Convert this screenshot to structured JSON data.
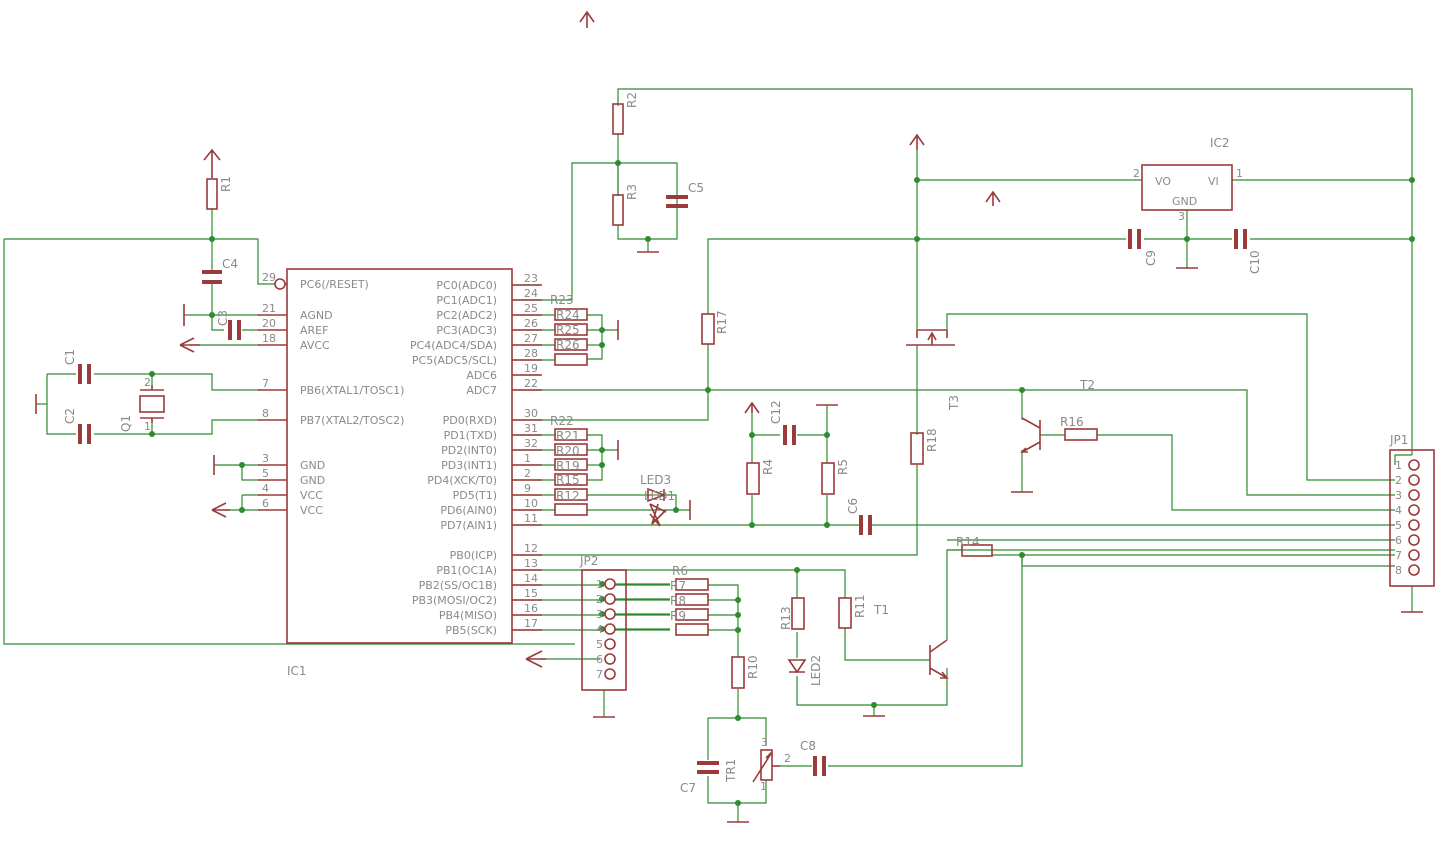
{
  "ic1": {
    "name": "IC1",
    "left_pins": [
      {
        "num": "29",
        "label": "PC6(/RESET)"
      },
      {
        "num": "21",
        "label": "AGND"
      },
      {
        "num": "20",
        "label": "AREF"
      },
      {
        "num": "18",
        "label": "AVCC"
      },
      {
        "num": "7",
        "label": "PB6(XTAL1/TOSC1)"
      },
      {
        "num": "8",
        "label": "PB7(XTAL2/TOSC2)"
      },
      {
        "num": "3",
        "label": "GND"
      },
      {
        "num": "5",
        "label": "GND"
      },
      {
        "num": "4",
        "label": "VCC"
      },
      {
        "num": "6",
        "label": "VCC"
      }
    ],
    "right_pins": [
      {
        "num": "23",
        "label": "PC0(ADC0)"
      },
      {
        "num": "24",
        "label": "PC1(ADC1)"
      },
      {
        "num": "25",
        "label": "PC2(ADC2)"
      },
      {
        "num": "26",
        "label": "PC3(ADC3)"
      },
      {
        "num": "27",
        "label": "PC4(ADC4/SDA)"
      },
      {
        "num": "28",
        "label": "PC5(ADC5/SCL)"
      },
      {
        "num": "19",
        "label": "ADC6"
      },
      {
        "num": "22",
        "label": "ADC7"
      },
      {
        "num": "30",
        "label": "PD0(RXD)"
      },
      {
        "num": "31",
        "label": "PD1(TXD)"
      },
      {
        "num": "32",
        "label": "PD2(INT0)"
      },
      {
        "num": "1",
        "label": "PD3(INT1)"
      },
      {
        "num": "2",
        "label": "PD4(XCK/T0)"
      },
      {
        "num": "9",
        "label": "PD5(T1)"
      },
      {
        "num": "10",
        "label": "PD6(AIN0)"
      },
      {
        "num": "11",
        "label": "PD7(AIN1)"
      },
      {
        "num": "12",
        "label": "PB0(ICP)"
      },
      {
        "num": "13",
        "label": "PB1(OC1A)"
      },
      {
        "num": "14",
        "label": "PB2(SS/OC1B)"
      },
      {
        "num": "15",
        "label": "PB3(MOSI/OC2)"
      },
      {
        "num": "16",
        "label": "PB4(MISO)"
      },
      {
        "num": "17",
        "label": "PB5(SCK)"
      }
    ]
  },
  "ic2": {
    "name": "IC2",
    "vo": "VO",
    "vi": "VI",
    "gnd": "GND",
    "pin1": "1",
    "pin2": "2",
    "pin3": "3"
  },
  "jp1": {
    "name": "JP1",
    "pins": [
      "1",
      "2",
      "3",
      "4",
      "5",
      "6",
      "7",
      "8"
    ]
  },
  "jp2": {
    "name": "JP2",
    "pins": [
      "1",
      "2",
      "3",
      "4",
      "5",
      "6",
      "7"
    ]
  },
  "resistors": {
    "r1": "R1",
    "r2": "R2",
    "r3": "R3",
    "r4": "R4",
    "r5": "R5",
    "r6": "R6",
    "r7": "R7",
    "r8": "R8",
    "r9": "R9",
    "r10": "R10",
    "r11": "R11",
    "r12": "R12",
    "r13": "R13",
    "r14": "R14",
    "r15": "R15",
    "r16": "R16",
    "r17": "R17",
    "r18": "R18",
    "r19": "R19",
    "r20": "R20",
    "r21": "R21",
    "r22": "R22",
    "r23": "R23",
    "r24": "R24",
    "r25": "R25",
    "r26": "R26"
  },
  "capacitors": {
    "c1": "C1",
    "c2": "C2",
    "c3": "C3",
    "c4": "C4",
    "c5": "C5",
    "c6": "C6",
    "c7": "C7",
    "c8": "C8",
    "c9": "C9",
    "c10": "C10",
    "c12": "C12"
  },
  "other": {
    "q1": "Q1",
    "q1_pin1": "1",
    "q1_pin2": "2",
    "t1": "T1",
    "t2": "T2",
    "t3": "T3",
    "led1": "LED1",
    "led2": "LED2",
    "led3": "LED3",
    "tr1": "TR1",
    "tr1_pin1": "1",
    "tr1_pin2": "2",
    "tr1_pin3": "3"
  },
  "colors": {
    "wire": "#2e8b2e",
    "part": "#9b3a3a",
    "label": "#8a8a8a",
    "background": "#ffffff"
  }
}
